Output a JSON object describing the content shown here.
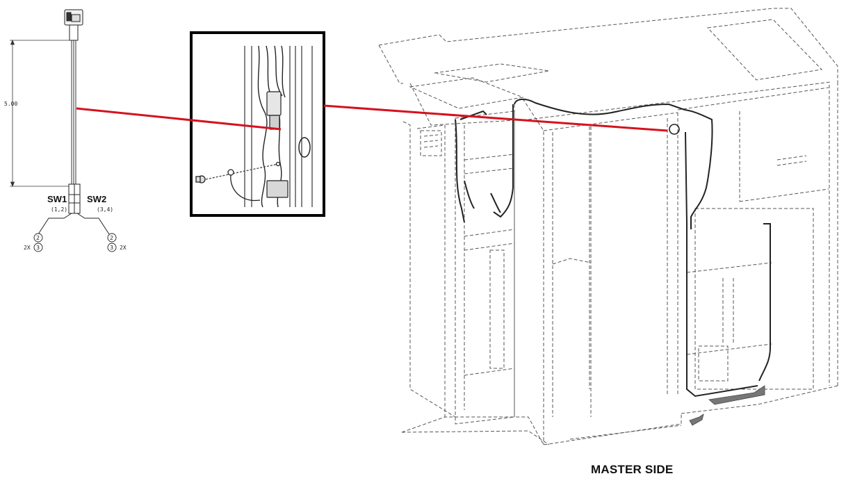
{
  "schematic": {
    "dimension_value": "5.00",
    "sw1_label": "SW1",
    "sw2_label": "SW2",
    "sw1_pins": "(1,2)",
    "sw2_pins": "(3,4)",
    "callouts_left": [
      "2",
      "3"
    ],
    "callouts_right": [
      "2",
      "3"
    ],
    "qty_left": "2X",
    "qty_right": "2X"
  },
  "caption": "MASTER SIDE",
  "colors": {
    "leader_line": "#d4121e",
    "linework": "#222222",
    "dashed": "#555555"
  }
}
